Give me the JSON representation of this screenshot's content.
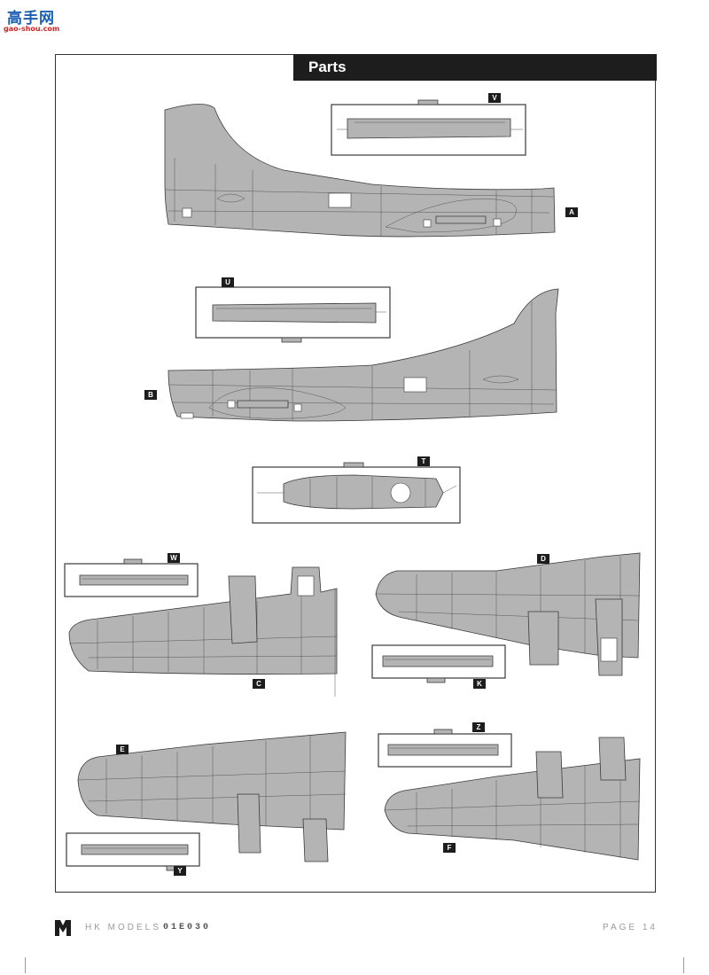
{
  "watermark": {
    "site_name": "高手网",
    "url": "gao-shou.com"
  },
  "header": {
    "title": "Parts"
  },
  "part_labels": {
    "A": "A",
    "B": "B",
    "C": "C",
    "D": "D",
    "E": "E",
    "F": "F",
    "K": "K",
    "T": "T",
    "U": "U",
    "V": "V",
    "W": "W",
    "Y": "Y",
    "Z": "Z"
  },
  "footer": {
    "logo_text": "HK Models",
    "brand": "HK MODELS",
    "code": "01E030",
    "page": "PAGE 14"
  },
  "colors": {
    "part_gray": "#b4b4b4",
    "label_bg": "#1d1d1d",
    "line": "#3a3a3a"
  }
}
